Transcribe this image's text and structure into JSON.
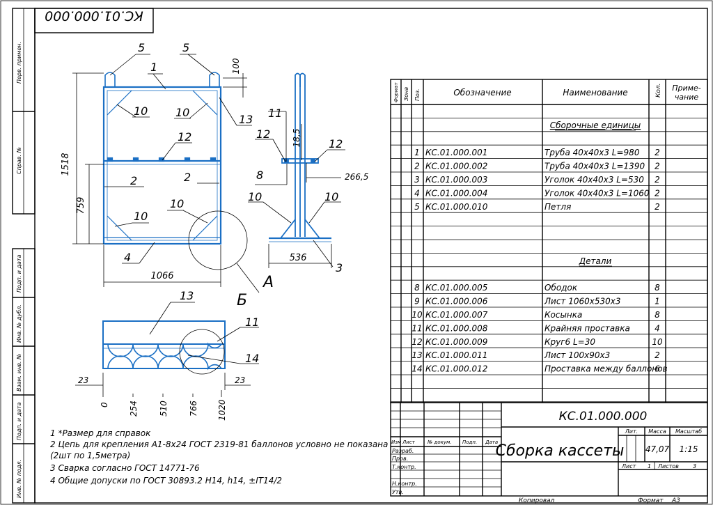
{
  "stamp_top": "КС.01.000.000",
  "side_labels": [
    "Перв. примен.",
    "Справ. №",
    "Подп. и дата",
    "Инв. № дубл.",
    "Взам. инв. №",
    "Подп. и дата",
    "Инв. № подл."
  ],
  "drawing": {
    "dims": {
      "d100": "100",
      "d1518": "1518",
      "d759": "759",
      "d1066": "1066",
      "d18_5": "18,5",
      "d266_5": "266,5",
      "d536": "536",
      "d23a": "23",
      "d23b": "23",
      "ticks": [
        "0",
        "254",
        "510",
        "766",
        "1020"
      ]
    },
    "front_callouts": [
      "5",
      "5",
      "1",
      "10",
      "10",
      "13",
      "12",
      "2",
      "2",
      "10",
      "10",
      "4"
    ],
    "side_callouts": [
      "11",
      "12",
      "12",
      "8",
      "10",
      "10",
      "3"
    ],
    "view_marks": {
      "a": "А",
      "b": "Б"
    },
    "top_callouts": [
      "13",
      "11",
      "14"
    ]
  },
  "notes": [
    "1 *Размер для справок",
    "2 Цепь для крепления А1-8х24 ГОСТ 2319-81 баллонов условно не показана",
    "(2шт по 1,5метра)",
    "3 Сварка согласно ГОСТ 14771-76",
    "4 Общие допуски по ГОСТ 30893.2 H14, h14, ±IT14/2"
  ],
  "spec": {
    "headers": {
      "format": "Формат",
      "zone": "Зона",
      "pos": "Поз.",
      "designation": "Обозначение",
      "name": "Наименование",
      "qty": "Кол.",
      "note": "Приме-чание"
    },
    "section_assembly": "Сборочные единицы",
    "section_parts": "Детали",
    "assembly_rows": [
      {
        "pos": "1",
        "designation": "КС.01.000.001",
        "name": "Труба 40х40х3 L=980",
        "qty": "2"
      },
      {
        "pos": "2",
        "designation": "КС.01.000.002",
        "name": "Труба 40х40х3 L=1390",
        "qty": "2"
      },
      {
        "pos": "3",
        "designation": "КС.01.000.003",
        "name": "Уголок 40х40х3 L=530",
        "qty": "2"
      },
      {
        "pos": "4",
        "designation": "КС.01.000.004",
        "name": "Уголок 40х40х3 L=1060",
        "qty": "2"
      },
      {
        "pos": "5",
        "designation": "КС.01.000.010",
        "name": "Петля",
        "qty": "2"
      }
    ],
    "part_rows": [
      {
        "pos": "8",
        "designation": "КС.01.000.005",
        "name": "Ободок",
        "qty": "8"
      },
      {
        "pos": "9",
        "designation": "КС.01.000.006",
        "name": "Лист 1060х530х3",
        "qty": "1"
      },
      {
        "pos": "10",
        "designation": "КС.01.000.007",
        "name": "Косынка",
        "qty": "8"
      },
      {
        "pos": "11",
        "designation": "КС.01.000.008",
        "name": "Крайняя проставка",
        "qty": "4"
      },
      {
        "pos": "12",
        "designation": "КС.01.000.009",
        "name": "Круг6 L=30",
        "qty": "10"
      },
      {
        "pos": "13",
        "designation": "КС.01.000.011",
        "name": "Лист 100х90х3",
        "qty": "2"
      },
      {
        "pos": "14",
        "designation": "КС.01.000.012",
        "name": "Проставка между баллонов",
        "qty": "6"
      }
    ]
  },
  "title_block": {
    "designation": "КС.01.000.000",
    "title": "Сборка кассеты",
    "col_labels": {
      "izm": "Изм",
      "list": "Лист",
      "doc": "№ докум.",
      "sign": "Подп.",
      "date": "Дата"
    },
    "roles": [
      "Разраб.",
      "Пров.",
      "Т.контр.",
      "",
      "Н.контр.",
      "Утв."
    ],
    "lit": "Лит.",
    "mass": "Масса",
    "scale": "Масштаб",
    "mass_value": "47,07",
    "scale_value": "1:15",
    "sheet_label": "Лист",
    "sheet_value": "1",
    "sheets_label": "Листов",
    "sheets_value": "3"
  },
  "footer": {
    "copied": "Копировал",
    "format_label": "Формат",
    "format_value": "А3"
  }
}
